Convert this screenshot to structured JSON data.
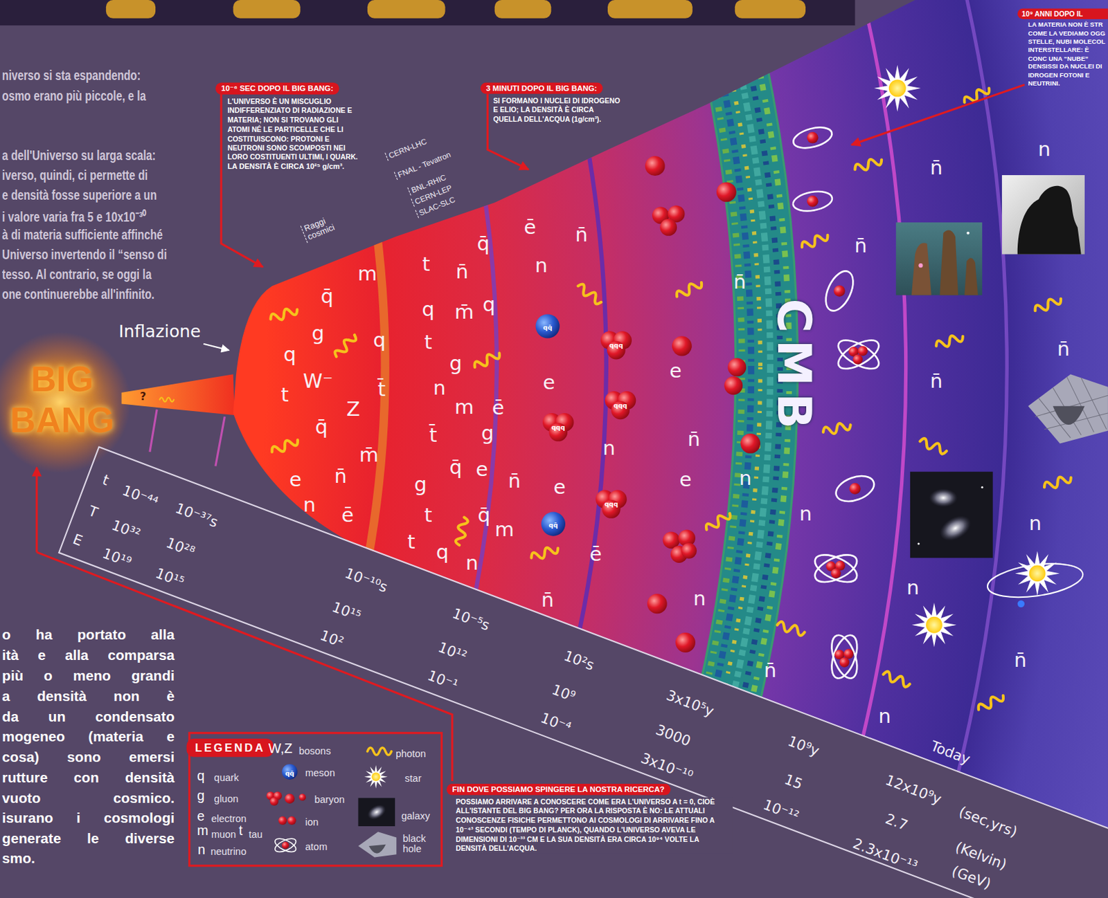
{
  "diagram": {
    "nodes": [
      {
        "text": [
          "10⁻⁶ SEC DOPO IL BIG BANG:",
          "L'UNIVERSO È UN MISCUGLIO INDIFFERENZIATO DI RADIAZIONE E MATERIA; NON SI TROVANO GLI ATOMI NÉ LE PARTICELLE CHE LI COSTITUISCONO: PROTONI E NEUTRONI SONO SCOMPOSTI NEI LORO COSTITUENTI ULTIMI, I QUARK.",
          "LA DENSITÀ È CIRCA 10²⁵ g/cm³."
        ]
      },
      {
        "text": [
          "3 MINUTI DOPO IL BIG BANG:",
          "SI FORMANO I NUCLEI DI IDROGENO E ELIO; LA DENSITÀ È CIRCA QUELLA DELL'ACQUA (1g/cm³)."
        ]
      },
      {
        "text": [
          "10⁹ ANNI DOPO IL",
          "LA MATERIA NON È STR COME LA VEDIAMO OGG STELLE, NUBI MOLECOL INTERSTELLARE: È CONC UNA “NUBE” DENSISSI DA NUCLEI DI IDROGEN FOTONI E NEUTRINI."
        ]
      },
      {
        "text": [
          "FIN DOVE POSSIAMO SPINGERE LA NOSTRA RICERCA?",
          "POSSIAMO ARRIVARE A CONOSCERE COME ERA L'UNIVERSO A t = 0, CIOÈ ALL'ISTANTE DEL BIG BANG? PER ORA LA RISPOSTA È NO: LE ATTUALI CONOSCENZE FISICHE PERMETTONO AI COSMOLOGI DI ARRIVARE FINO A 10⁻⁴³ SECONDI (TEMPO DI PLANCK), QUANDO L'UNIVERSO AVEVA LE DIMENSIONI DI 10⁻³³ CM E LA SUA DENSITÀ ERA CIRCA 10⁹⁴ VOLTE LA DENSITÀ DELL'ACQUA."
        ]
      }
    ],
    "labels": [
      "niverso si sta espandendo:",
      "osmo erano più piccole, e la",
      "a dell'Universo su larga scala:",
      "iverso, quindi, ci permette di",
      "e densità fosse superiore a un",
      "i valore varia fra 5 e 10x10⁻³⁰",
      "à di materia sufficiente affinché",
      "Universo invertendo il “senso di",
      "tesso. Al contrario, se oggi la",
      "one continuerebbe all'infinito.",
      "o ha portato alla",
      "ità e alla comparsa",
      "più o meno grandi",
      "a densità non è",
      "da un condensato",
      "mogeneo (materia e",
      "cosa) sono emersi",
      "rutture con densità",
      "vuoto cosmico.",
      "isurano i cosmologi",
      "generate le diverse",
      "smo.",
      "Inflazione",
      "BIG BANG",
      "?",
      "Raggi cosmici",
      "CERN-LHC",
      "FNAL - Tevatron",
      "BNL-RHIC",
      "CERN-LEP",
      "SLAC-SLC",
      "CMB",
      "q̄",
      "m",
      "g",
      "q",
      "q",
      "W⁻",
      "Z",
      "t",
      "t̄",
      "q̄",
      "m̄",
      "e",
      "n̄",
      "n",
      "ē",
      "q̄",
      "t",
      "n̄",
      "q",
      "m̄",
      "q",
      "t",
      "g",
      "n",
      "m",
      "ē",
      "t̄",
      "g",
      "q̄",
      "e",
      "g",
      "t",
      "q̄",
      "m",
      "t",
      "q",
      "n",
      "ē",
      "n̄",
      "n",
      "e",
      "n̄",
      "e",
      "ē",
      "n̄",
      "n",
      "n̄",
      "e",
      "n̄",
      "e",
      "n",
      "n",
      "n̄",
      "n",
      "n̄",
      "n",
      "n̄",
      "n̄",
      "n",
      "n",
      "n̄",
      "n",
      "n̄",
      "qq̄",
      "qqq",
      "qqq",
      "qqq",
      "qqq",
      "qq̄",
      "t",
      "10⁻⁴⁴",
      "10⁻³⁷s",
      "T",
      "10³²",
      "10²⁸",
      "E",
      "10¹⁹",
      "10¹⁵",
      "10⁻¹⁰s",
      "10¹⁵",
      "10²",
      "10⁻⁵s",
      "10¹²",
      "10⁻¹",
      "10²s",
      "10⁹",
      "10⁻⁴",
      "3x10⁵y",
      "3000",
      "3x10⁻¹⁰",
      "10⁹y",
      "15",
      "10⁻¹²",
      "Today",
      "12x10⁹y",
      "(sec,yrs)",
      "2.7",
      "(Kelvin)",
      "2.3x10⁻¹³",
      "(GeV)",
      "LEGENDA",
      "q",
      "g",
      "e",
      "m",
      "t",
      "n",
      "W,Z",
      "qq̄"
    ],
    "legend": [
      {
        "text": "quark"
      },
      {
        "text": "gluon"
      },
      {
        "text": "electron"
      },
      {
        "text": "muon"
      },
      {
        "text": "tau"
      },
      {
        "text": "neutrino"
      },
      {
        "text": "bosons"
      },
      {
        "text": "meson"
      },
      {
        "text": "baryon"
      },
      {
        "text": "ion"
      },
      {
        "text": "atom"
      },
      {
        "text": "photon"
      },
      {
        "text": "star"
      },
      {
        "text": "galaxy"
      },
      {
        "text": "black hole"
      }
    ]
  }
}
